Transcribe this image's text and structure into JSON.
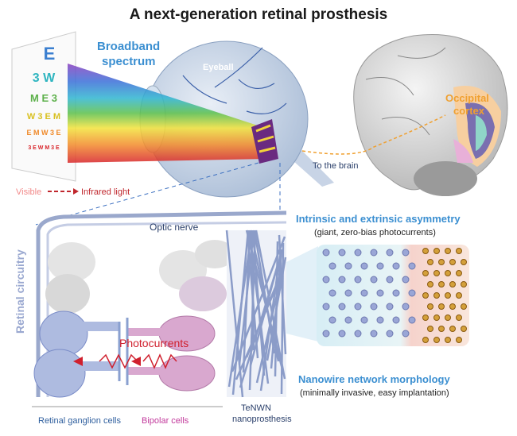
{
  "title": "A next-generation retinal prosthesis",
  "labels": {
    "broadband_1": "Broadband",
    "broadband_2": "spectrum",
    "eyeball": "Eyeball",
    "occipital_1": "Occipital",
    "occipital_2": "cortex",
    "to_brain": "To the brain",
    "visible": "Visible",
    "infrared": "Infrared light",
    "optic_nerve": "Optic nerve",
    "retinal_circuitry": "Retinal circuitry",
    "photocurrents": "Photocurrents",
    "asymmetry_title": "Intrinsic and extrinsic asymmetry",
    "asymmetry_sub": "(giant, zero-bias photocurrents)",
    "morphology_title": "Nanowire network morphology",
    "morphology_sub": "(minimally invasive, easy implantation)",
    "ganglion": "Retinal ganglion cells",
    "bipolar": "Bipolar cells",
    "tenwn_1": "TeNWN",
    "tenwn_2": "nanoprosthesis"
  },
  "eye_chart": [
    "E",
    "3 W",
    "M E 3",
    "W 3 E M",
    "E M W 3 E",
    "3 E W M 3 E"
  ],
  "colors": {
    "blue_text": "#3b8fd1",
    "visible": "#f28a8a",
    "infrared": "#c0272d",
    "occipital": "#f0a030",
    "ganglion": "#2f5f9e",
    "bipolar": "#c23a9c",
    "photocurrents": "#d0202e"
  }
}
